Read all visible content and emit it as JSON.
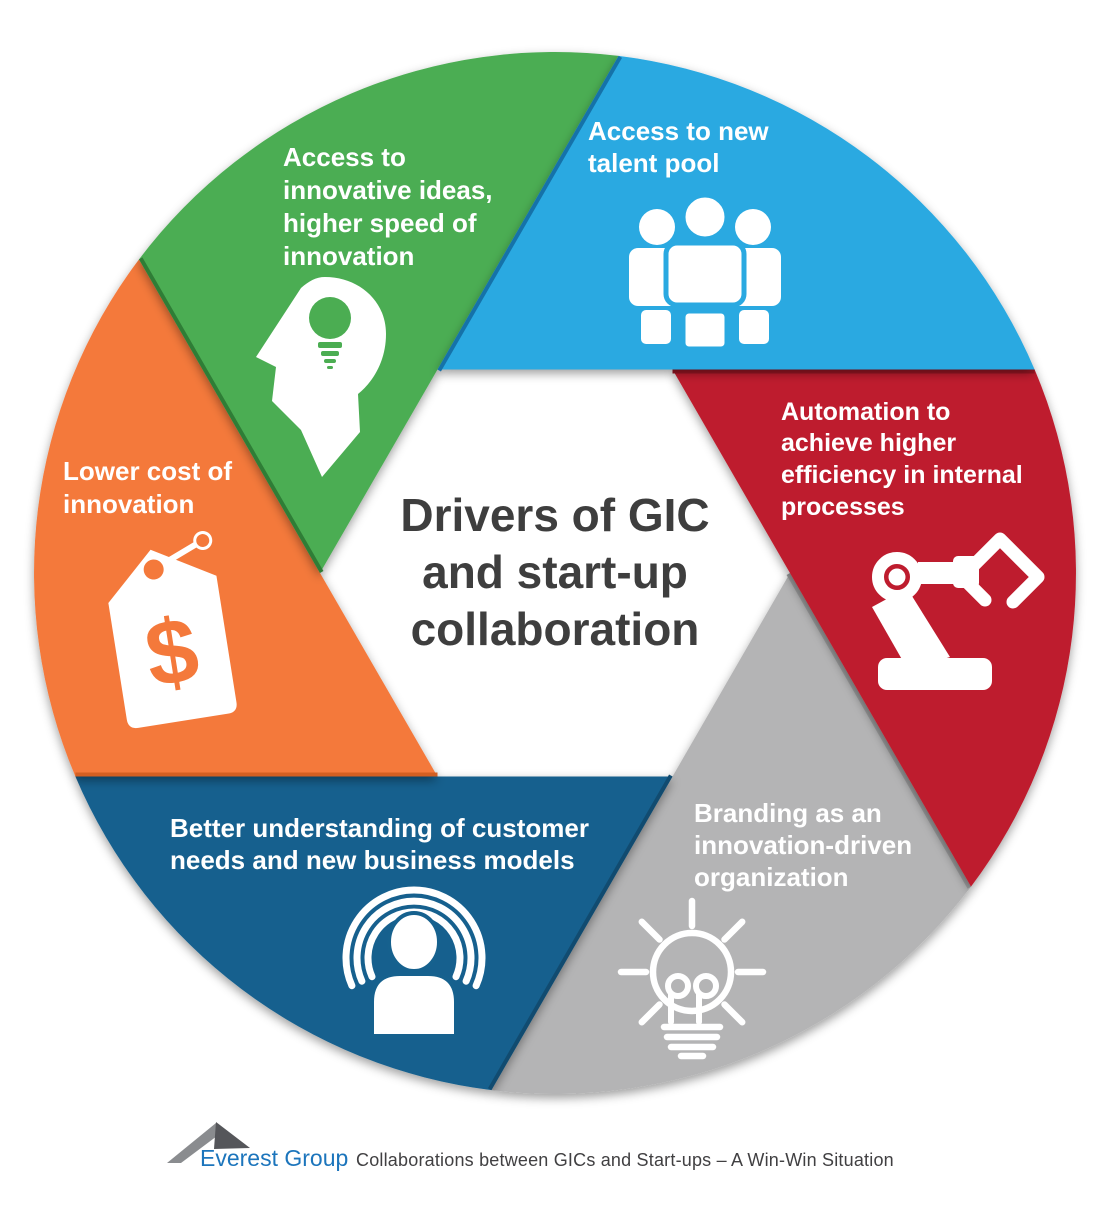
{
  "title": {
    "lines": [
      "Drivers of GIC",
      "and start-up",
      "collaboration"
    ],
    "color": "#3E3E3E"
  },
  "segments": [
    {
      "name": "talent-pool",
      "color": "#2AA9E1",
      "edge_color": "#1572A9",
      "icon": "people-group-icon",
      "lines": [
        "Access to new",
        "talent pool"
      ]
    },
    {
      "name": "automation",
      "color": "#BE1E2D",
      "edge_color": "#971623",
      "icon": "robot-arm-icon",
      "lines": [
        "Automation to",
        "achieve higher",
        "efficiency in internal",
        "processes"
      ]
    },
    {
      "name": "branding",
      "color": "#B4B4B5",
      "edge_color": "#9A9A9B",
      "icon": "idea-bulb-outline-icon",
      "lines": [
        "Branding as an",
        "innovation-driven",
        "organization"
      ]
    },
    {
      "name": "customer-understanding",
      "color": "#16618E",
      "edge_color": "#114B70",
      "icon": "customer-signal-icon",
      "lines": [
        "Better understanding of customer",
        "needs and new business models"
      ]
    },
    {
      "name": "lower-cost",
      "color": "#F4793B",
      "edge_color": "#D35F22",
      "icon": "price-tag-icon",
      "icon_symbol": "$",
      "lines": [
        "Lower cost of",
        "innovation"
      ]
    },
    {
      "name": "innovative-ideas",
      "color": "#4BAD52",
      "edge_color": "#2F7D36",
      "icon": "idea-head-icon",
      "lines": [
        "Access to",
        "innovative ideas,",
        "higher speed of",
        "innovation"
      ]
    }
  ],
  "footer": {
    "brand": "Everest Group",
    "brand_color": "#1C75BC",
    "caption": "Collaborations between GICs and Start-ups – A Win-Win Situation",
    "caption_color": "#414042"
  }
}
